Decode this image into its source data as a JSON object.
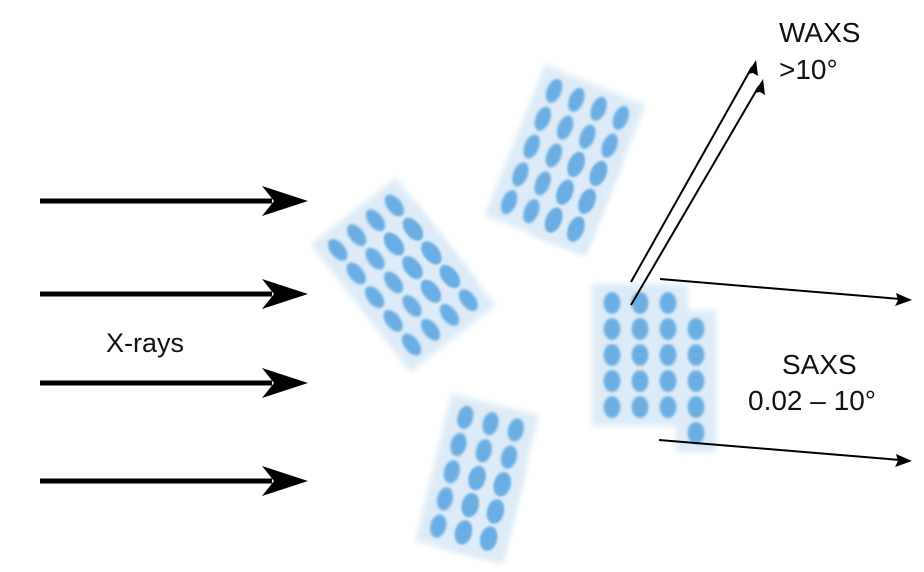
{
  "labels": {
    "xrays": "X-rays",
    "waxs_title": "WAXS",
    "waxs_range": ">10°",
    "saxs_title": "SAXS",
    "saxs_range": "0.02 – 10°"
  },
  "colors": {
    "arrow": "#000000",
    "crystal_bg": "#dcebf7",
    "molecule": "#6aaee3"
  }
}
